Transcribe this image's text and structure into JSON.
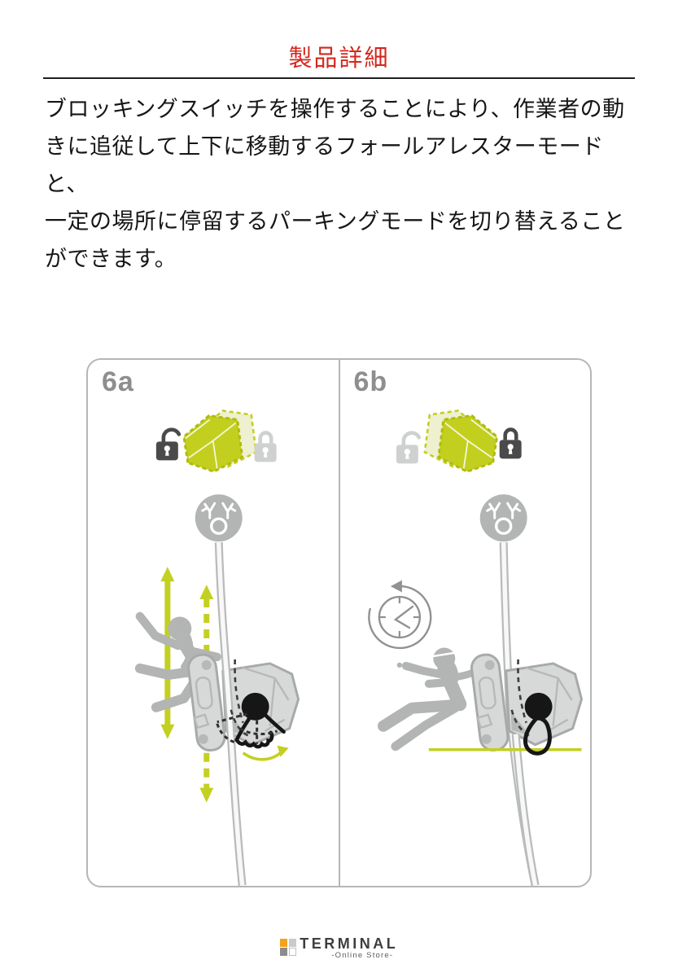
{
  "header": {
    "title": "製品詳細",
    "title_color": "#d5271d"
  },
  "description": {
    "lines": [
      "ブロッキングスイッチを操作することにより、作業者の動",
      "きに追従して上下に移動するフォールアレスターモードと、",
      "一定の場所に停留するパーキングモードを切り替えること",
      "ができます。"
    ],
    "full_text": "ブロッキングスイッチを操作することにより、作業者の動きに追従して上下に移動するフォールアレスターモードと、一定の場所に停留するパーキングモードを切り替えることができます。"
  },
  "figure": {
    "panels": [
      {
        "label": "6a",
        "icons": [
          "unlocked-padlock-icon",
          "blocking-switch-left-icon",
          "locked-padlock-icon-inactive",
          "anchor-icon",
          "rope",
          "up-down-arrows",
          "falling-worker-silhouette",
          "fall-arrester-device",
          "rotation-arrow"
        ]
      },
      {
        "label": "6b",
        "icons": [
          "unlocked-padlock-icon-inactive",
          "blocking-switch-right-icon",
          "locked-padlock-icon",
          "anchor-icon",
          "rope",
          "clock-history-icon",
          "seated-worker-silhouette",
          "fall-arrester-device",
          "parking-level-line"
        ]
      }
    ],
    "colors": {
      "highlight_green": "#c3d021",
      "ghost_green": "#eef0d0",
      "silhouette_gray": "#b2b5b4",
      "device_gray": "#d7d9d8",
      "dark_lock": "#4a4a4a",
      "inactive_lock": "#cfd0d0",
      "black_detail": "#161616",
      "border_gray": "#b5b7b6"
    }
  },
  "footer": {
    "brand": "TERMINAL",
    "tagline": "-Online Store-",
    "logo_orange": "#f2a21d"
  }
}
